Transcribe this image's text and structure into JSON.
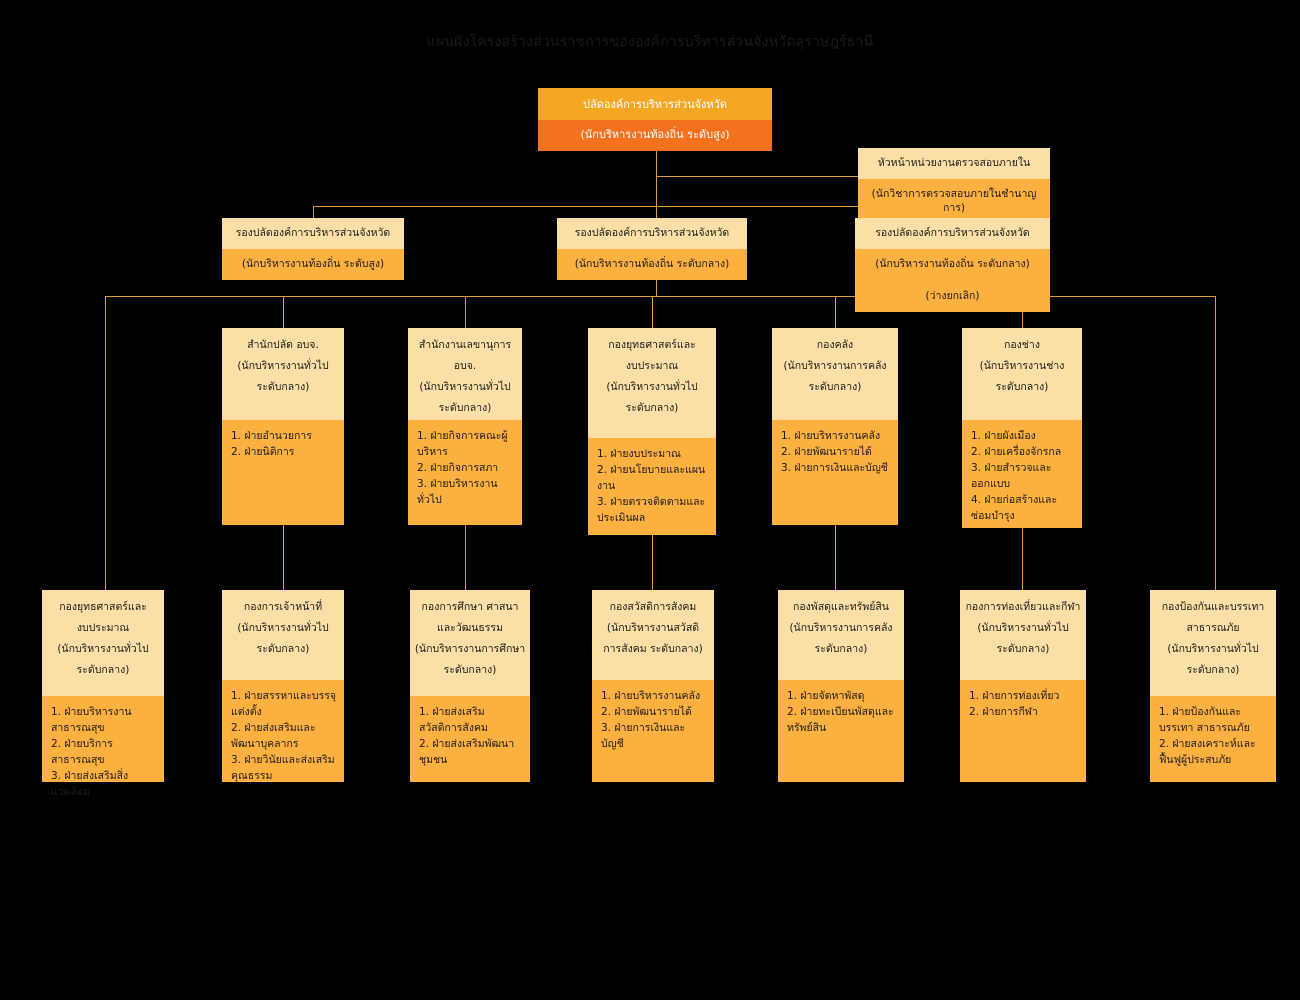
{
  "page": {
    "title": "แผนผังโครงสร้างส่วนราชการขององค์การบริหารส่วนจังหวัดสุราษฎร์ธานี",
    "background_color": "#000000",
    "accent_header_color": "#FBDFA6",
    "accent_body_color": "#FBB040",
    "root_top_color": "#F5A623",
    "root_bottom_color": "#F4711F",
    "connector_color": "#E09A3C"
  },
  "root": {
    "title": "ปลัดองค์การบริหารส่วนจังหวัด",
    "subtitle": "(นักบริหารงานท้องถิ่น  ระดับสูง)"
  },
  "audit": {
    "title": "หัวหน้าหน่วยงานตรวจสอบภายใน",
    "subtitle": "(นักวิชาการตรวจสอบภายในชำนาญการ)"
  },
  "deputies": [
    {
      "title": "รองปลัดองค์การบริหารส่วนจังหวัด",
      "subtitle": "(นักบริหารงานท้องถิ่น ระดับสูง)",
      "note": ""
    },
    {
      "title": "รองปลัดองค์การบริหารส่วนจังหวัด",
      "subtitle": "(นักบริหารงานท้องถิ่น ระดับกลาง)",
      "note": ""
    },
    {
      "title": "รองปลัดองค์การบริหารส่วนจังหวัด",
      "subtitle": "(นักบริหารงานท้องถิ่น ระดับกลาง)",
      "note": "(ว่างยกเลิก)"
    }
  ],
  "row_top": [
    {
      "lines": [
        "สำนักปลัด อบจ.",
        "(นักบริหารงานทั่วไป",
        "ระดับกลาง)"
      ],
      "items": [
        "1. ฝ่ายอำนวยการ",
        "2. ฝ่ายนิติการ"
      ]
    },
    {
      "lines": [
        "สำนักงานเลขานุการ อบจ.",
        "(นักบริหารงานทั่วไป",
        "ระดับกลาง)"
      ],
      "items": [
        "1. ฝ่ายกิจการคณะผู้บริหาร",
        "2. ฝ่ายกิจการสภา",
        "3. ฝ่ายบริหารงานทั่วไป"
      ]
    },
    {
      "lines": [
        "กองยุทธศาสตร์และ",
        "งบประมาณ",
        "(นักบริหารงานทั่วไป",
        "ระดับกลาง)"
      ],
      "items": [
        "1. ฝ่ายงบประมาณ",
        "2. ฝ่ายนโยบายและแผนงาน",
        "3. ฝ่ายตรวจติดตามและประเมินผล"
      ]
    },
    {
      "lines": [
        "กองคลัง",
        "(นักบริหารงานการคลัง",
        "ระดับกลาง)"
      ],
      "items": [
        "1. ฝ่ายบริหารงานคลัง",
        "2. ฝ่ายพัฒนารายได้",
        "3. ฝ่ายการเงินและบัญชี"
      ]
    },
    {
      "lines": [
        "กองช่าง",
        "(นักบริหารงานช่าง",
        "ระดับกลาง)"
      ],
      "items": [
        "1. ฝ่ายผังเมือง",
        "2. ฝ่ายเครื่องจักรกล",
        "3. ฝ่ายสำรวจและออกแบบ",
        "4. ฝ่ายก่อสร้างและซ่อมบำรุง"
      ]
    }
  ],
  "row_bottom": [
    {
      "lines": [
        "กองยุทธศาสตร์และ",
        "งบประมาณ",
        "(นักบริหารงานทั่วไป",
        "ระดับกลาง)"
      ],
      "items": [
        "1. ฝ่ายบริหารงานสาธารณสุข",
        "2. ฝ่ายบริการสาธารณสุข",
        "3. ฝ่ายส่งเสริมสิ่งแวดล้อม"
      ]
    },
    {
      "lines": [
        "กองการเจ้าหน้าที่",
        "(นักบริหารงานทั่วไป",
        "ระดับกลาง)"
      ],
      "items": [
        "1. ฝ่ายสรรหาและบรรจุแต่งตั้ง",
        "2. ฝ่ายส่งเสริมและพัฒนาบุคลากร",
        "3. ฝ่ายวินัยและส่งเสริมคุณธรรม"
      ]
    },
    {
      "lines": [
        "กองการศึกษา ศาสนา",
        "และวัฒนธรรม",
        "(นักบริหารงานการศึกษา",
        "ระดับกลาง)"
      ],
      "items": [
        "1. ฝ่ายส่งเสริมสวัสดิการสังคม",
        "2. ฝ่ายส่งเสริมพัฒนาชุมชน"
      ]
    },
    {
      "lines": [
        "กองสวัสดิการสังคม",
        "(นักบริหารงานสวัสดิ",
        "การสังคม ระดับกลาง)"
      ],
      "items": [
        "1. ฝ่ายบริหารงานคลัง",
        "2. ฝ่ายพัฒนารายได้",
        "3. ฝ่ายการเงินและบัญชี"
      ]
    },
    {
      "lines": [
        "กองพัสดุและทรัพย์สิน",
        "(นักบริหารงานการคลัง",
        "ระดับกลาง)"
      ],
      "items": [
        "1. ฝ่ายจัดหาพัสดุ",
        "2. ฝ่ายทะเบียนพัสดุและทรัพย์สิน"
      ]
    },
    {
      "lines": [
        "กองการท่องเที่ยวและกีฬา",
        "(นักบริหารงานทั่วไป",
        "ระดับกลาง)"
      ],
      "items": [
        "1. ฝ่ายการท่องเที่ยว",
        "2. ฝ่ายการกีฬา"
      ]
    },
    {
      "lines": [
        "กองป้องกันและบรรเทา",
        "สาธารณภัย",
        "(นักบริหารงานทั่วไป",
        "ระดับกลาง)"
      ],
      "items": [
        "1. ฝ่ายป้องกันและบรรเทา สาธารณภัย",
        "2. ฝ่ายสงเคราะห์และฟื้นฟูผู้ประสบภัย"
      ]
    }
  ]
}
